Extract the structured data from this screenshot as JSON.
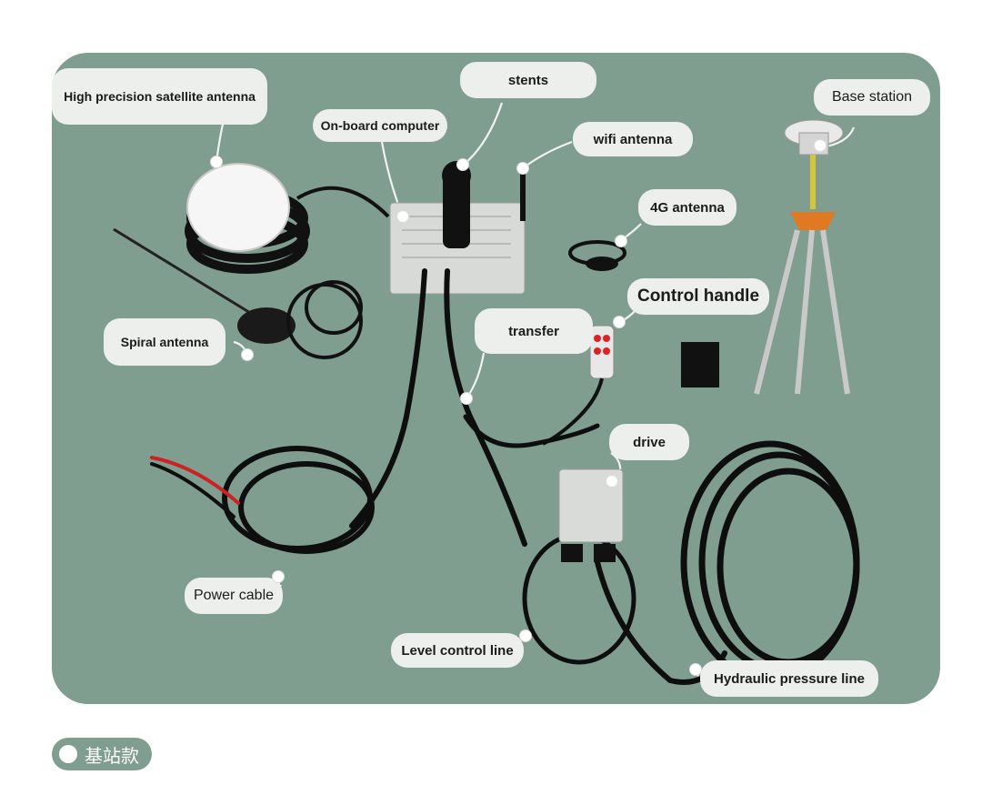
{
  "labels": {
    "satellite_antenna": "High precision satellite antenna",
    "stents": "stents",
    "onboard_computer": "On-board computer",
    "wifi_antenna": "wifi antenna",
    "base_station": "Base station",
    "antenna_4g": "4G antenna",
    "control_handle": "Control handle",
    "spiral_antenna": "Spiral antenna",
    "transfer": "transfer",
    "drive": "drive",
    "power_cable": "Power cable",
    "level_control_line": "Level control line",
    "hydraulic_pressure_line": "Hydraulic pressure line"
  },
  "footer": {
    "tag": "基站款"
  },
  "colors": {
    "panel": "#7f9e90",
    "label_bg": "#ecefec",
    "cable": "#0e0e0e"
  }
}
